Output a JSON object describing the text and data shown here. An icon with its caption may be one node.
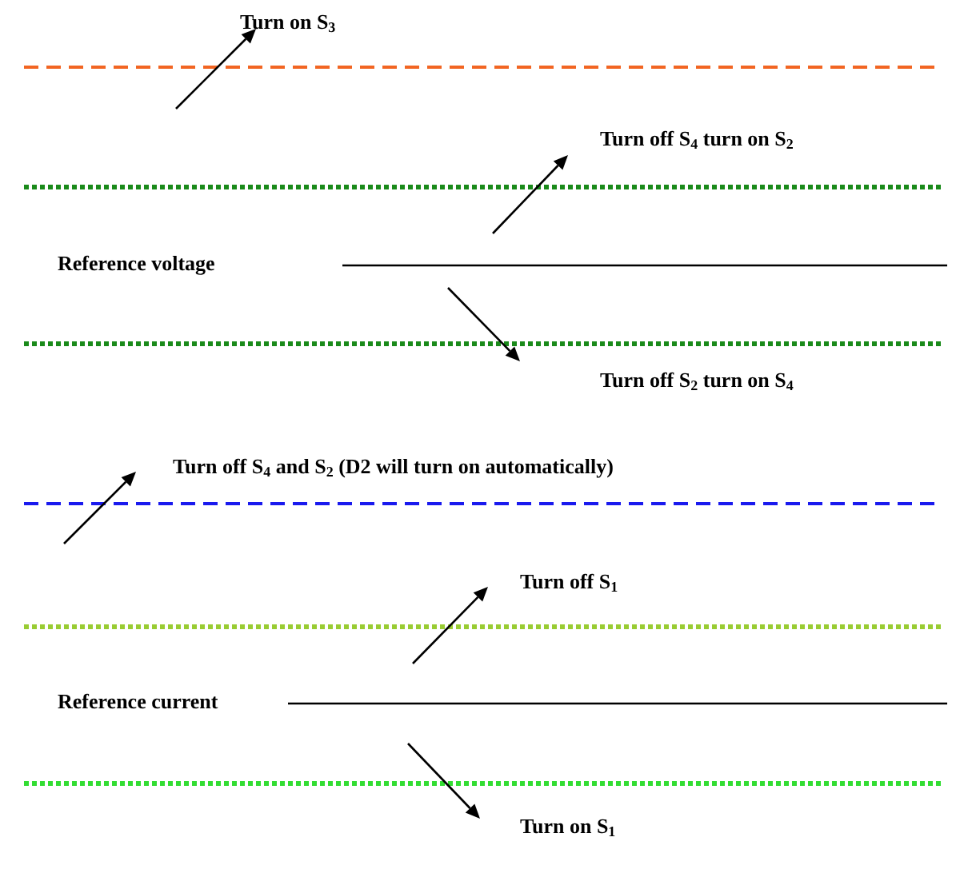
{
  "diagram": {
    "labels": [
      "Turn on S$_{3}$",
      "Turn off S$_{4}$ turn on S$_{2}$",
      "Reference voltage",
      "Turn off S$_{2}$ turn on S$_{4}$",
      "Turn off S$_{4}$ and S$_{2}$ (D2 will turn on automatically)",
      "Turn off S$_{1}$",
      "Reference current",
      "Turn on S$_{1}$"
    ]
  }
}
